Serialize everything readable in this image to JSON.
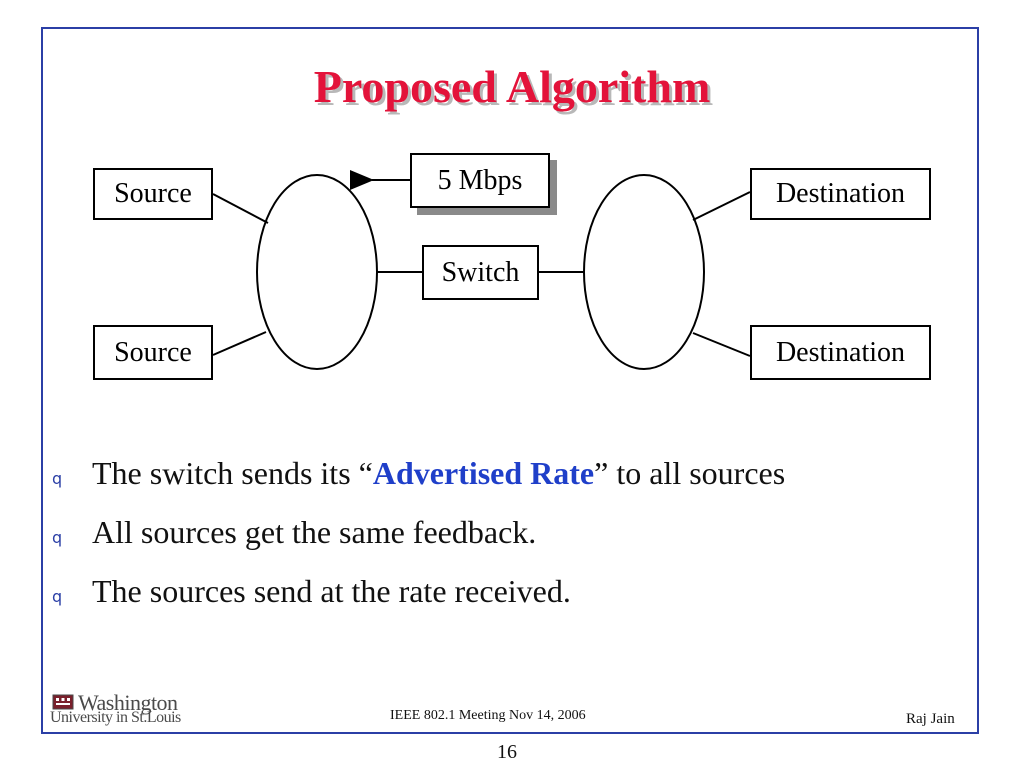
{
  "title": "Proposed Algorithm",
  "diagram": {
    "rate_label": "5 Mbps",
    "switch_label": "Switch",
    "sources": [
      "Source",
      "Source"
    ],
    "destinations": [
      "Destination",
      "Destination"
    ]
  },
  "bullets": [
    {
      "parts": [
        {
          "text": "The switch sends its “",
          "hl": false
        },
        {
          "text": "Advertised Rate",
          "hl": true
        },
        {
          "text": "” to all sources",
          "hl": false
        }
      ]
    },
    {
      "parts": [
        {
          "text": "All sources get the same feedback.",
          "hl": false
        }
      ]
    },
    {
      "parts": [
        {
          "text": "The sources send at the rate received.",
          "hl": false
        }
      ]
    }
  ],
  "bullet_glyph": "q",
  "footer": {
    "logo_line1": "Washington",
    "logo_line2": "University in St.Louis",
    "meeting": "IEEE 802.1 Meeting  Nov 14, 2006",
    "author": "Raj Jain"
  },
  "page_number": "16",
  "colors": {
    "title": "#e3133a",
    "highlight": "#1f3fc9",
    "frame": "#2b3fa6"
  }
}
